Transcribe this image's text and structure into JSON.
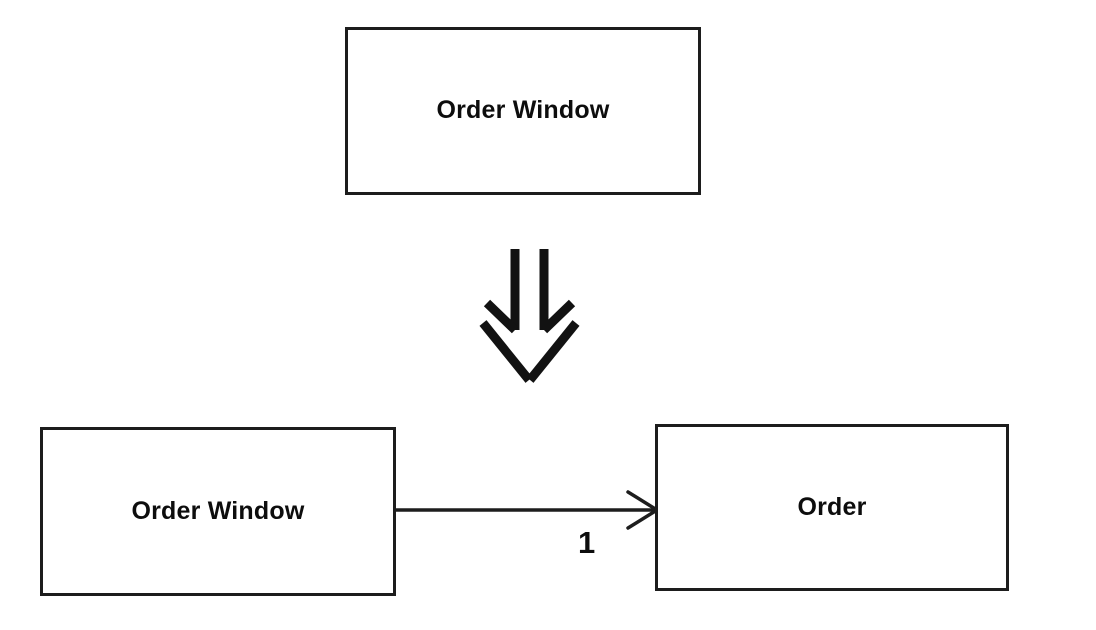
{
  "diagram": {
    "type": "uml-class-refinement",
    "background_color": "#ffffff",
    "stroke_color": "#1d1d1d",
    "text_color": "#0d0d0d",
    "title": "",
    "boxes": [
      {
        "id": "top",
        "label": "Order Window"
      },
      {
        "id": "order-window",
        "label": "Order Window"
      },
      {
        "id": "order",
        "label": "Order"
      }
    ],
    "refinement_arrow": {
      "icon": "outlined-block-arrow-down-icon",
      "direction": "down",
      "style": "hollow-outline"
    },
    "association": {
      "from": "order-window",
      "to": "order",
      "arrowhead": "open-navigability-arrow",
      "multiplicity_target": "1"
    }
  }
}
